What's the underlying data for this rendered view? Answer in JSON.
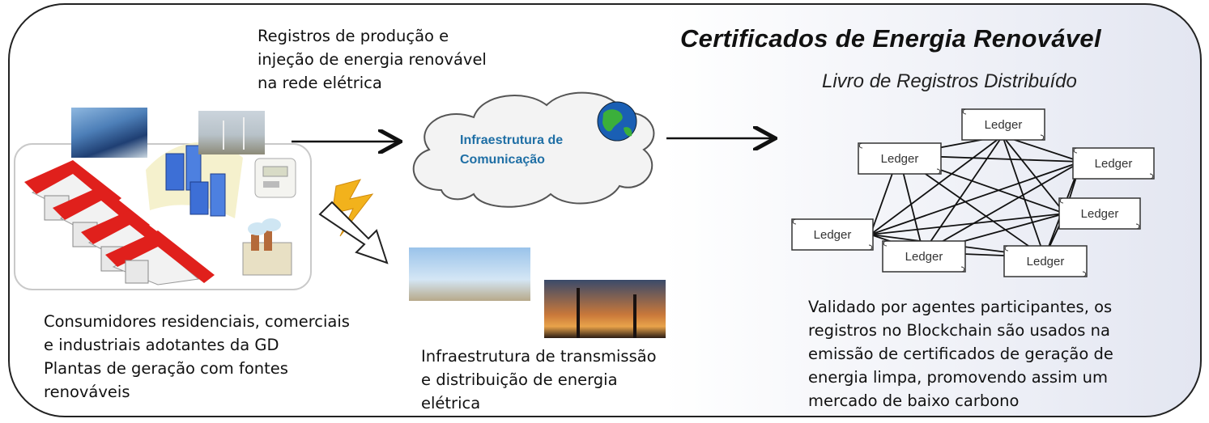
{
  "title": "Certificados  de Energia Renovável",
  "subtitle": "Livro de Registros Distribuído",
  "top_note": "Registros de produção e\ninjeção de energia renovável\nna rede elétrica",
  "cloud_label": "Infraestrutura de\nComunicação",
  "consumers_text": "Consumidores residenciais, comerciais\n e industriais adotantes da GD\nPlantas de geração com fontes\nrenováveis",
  "grid_text": "Infraestrutura de transmissão\ne distribuição de energia\nelétrica",
  "validation_text": "Validado por agentes participantes, os\nregistros no Blockchain são usados na\nemissão de certificados de geração de\nenergia limpa, promovendo assim um\nmercado de baixo carbono",
  "ledgers": [
    "Ledger",
    "Ledger",
    "Ledger",
    "Ledger",
    "Ledger",
    "Ledger",
    "Ledger"
  ],
  "colors": {
    "roof": "#e0201c",
    "cloud_text": "#1f6fa5",
    "frame": "#222222"
  }
}
